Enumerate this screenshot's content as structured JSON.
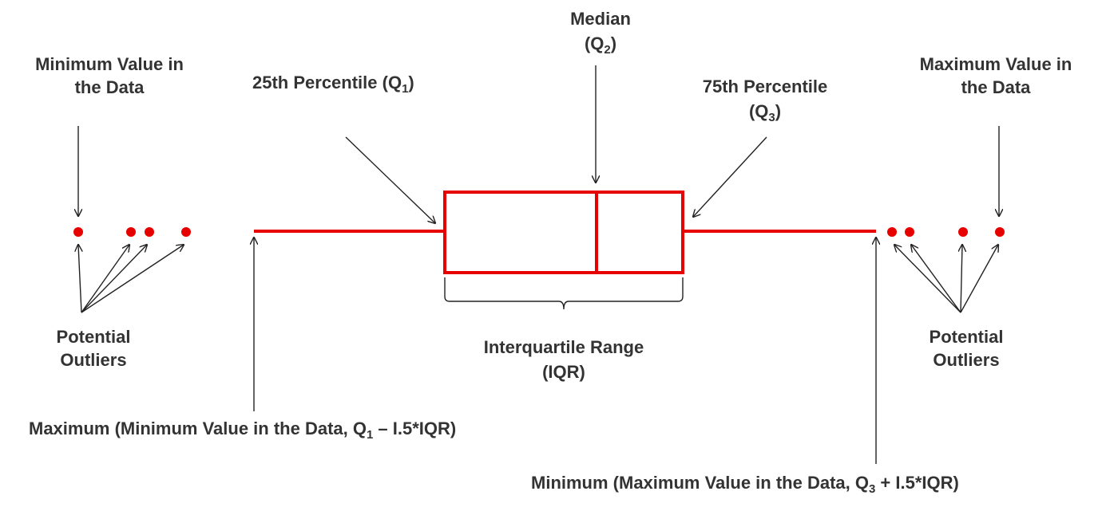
{
  "labels": {
    "min_value_line1": "Minimum Value in",
    "min_value_line2": "the Data",
    "max_value_line1": "Maximum Value in",
    "max_value_line2": "the Data",
    "q1_label": "25th Percentile (Q",
    "q1_sub": "1",
    "q1_close": ")",
    "median_line1": "Median",
    "median_open": "(Q",
    "median_sub": "2",
    "median_close": ")",
    "q3_line1": "75th Percentile",
    "q3_open": "(Q",
    "q3_sub": "3",
    "q3_close": ")",
    "outliers_left_line1": "Potential",
    "outliers_left_line2": "Outliers",
    "outliers_right_line1": "Potential",
    "outliers_right_line2": "Outliers",
    "iqr_line1": "Interquartile Range",
    "iqr_line2": "(IQR)",
    "lower_whisker_prefix": "Maximum (Minimum Value in the Data, Q",
    "lower_whisker_sub": "1",
    "lower_whisker_suffix": " – I.5*IQR)",
    "upper_whisker_prefix": "Minimum (Maximum Value in the Data, Q",
    "upper_whisker_sub": "3",
    "upper_whisker_suffix": " + I.5*IQR)"
  },
  "colors": {
    "box": "#e60000",
    "text": "#333333",
    "arrows": "#222222"
  }
}
